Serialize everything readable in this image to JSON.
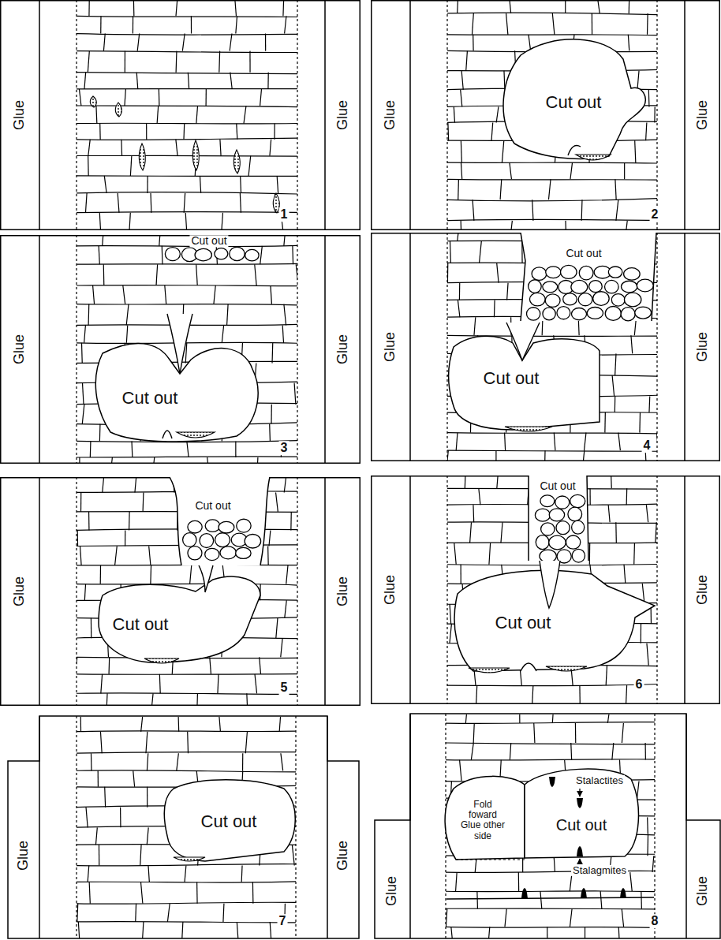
{
  "diagram": {
    "labels": [
      "Glue",
      "Glue",
      "1",
      "Glue",
      "Glue",
      "Cut out",
      "2",
      "Glue",
      "Glue",
      "Cut out",
      "Cut out",
      "3",
      "Glue",
      "Glue",
      "Cut out",
      "Cut out",
      "4",
      "Glue",
      "Glue",
      "Cut out",
      "Cut out",
      "5",
      "Glue",
      "Glue",
      "Cut out",
      "Cut out",
      "6",
      "Glue",
      "Glue",
      "Cut out",
      "7",
      "Glue",
      "Glue",
      "Fold foward Glue other side",
      "Stalactites",
      "Cut out",
      "Stalagmites",
      "8"
    ]
  }
}
